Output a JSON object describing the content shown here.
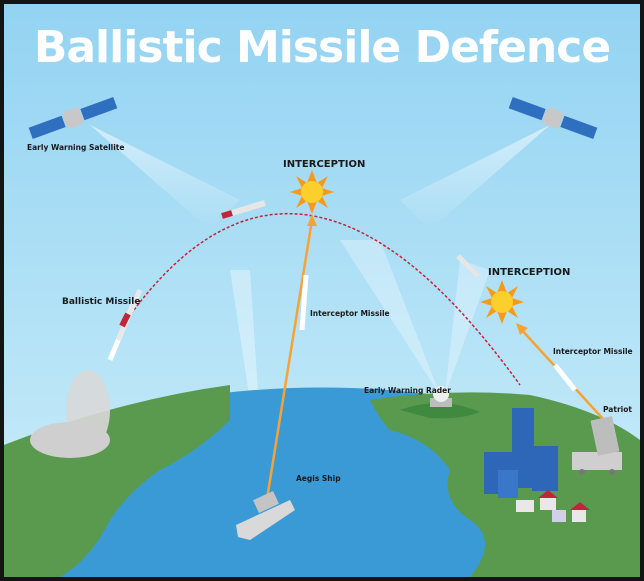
{
  "title": "Ballistic Missile Defence",
  "labels": {
    "early_warning_satellite": "Early Warning Satellite",
    "interception_1": "INTERCEPTION",
    "interception_2": "INTERCEPTION",
    "ballistic_missile": "Ballistic Missile",
    "interceptor_missile_1": "Interceptor Missile",
    "interceptor_missile_2": "Interceptor Missile",
    "early_warning_radar": "Early Warning Rader",
    "patriot": "Patriot",
    "aegis_ship": "Aegis Ship"
  },
  "colors": {
    "sky_top": "#93d3f2",
    "sky_bottom": "#c6e9f8",
    "ocean": "#3a9ad6",
    "land": "#5a9a4e",
    "trajectory": "#c0263a",
    "interceptor": "#f7a233",
    "explosion": "#f6b31b"
  }
}
